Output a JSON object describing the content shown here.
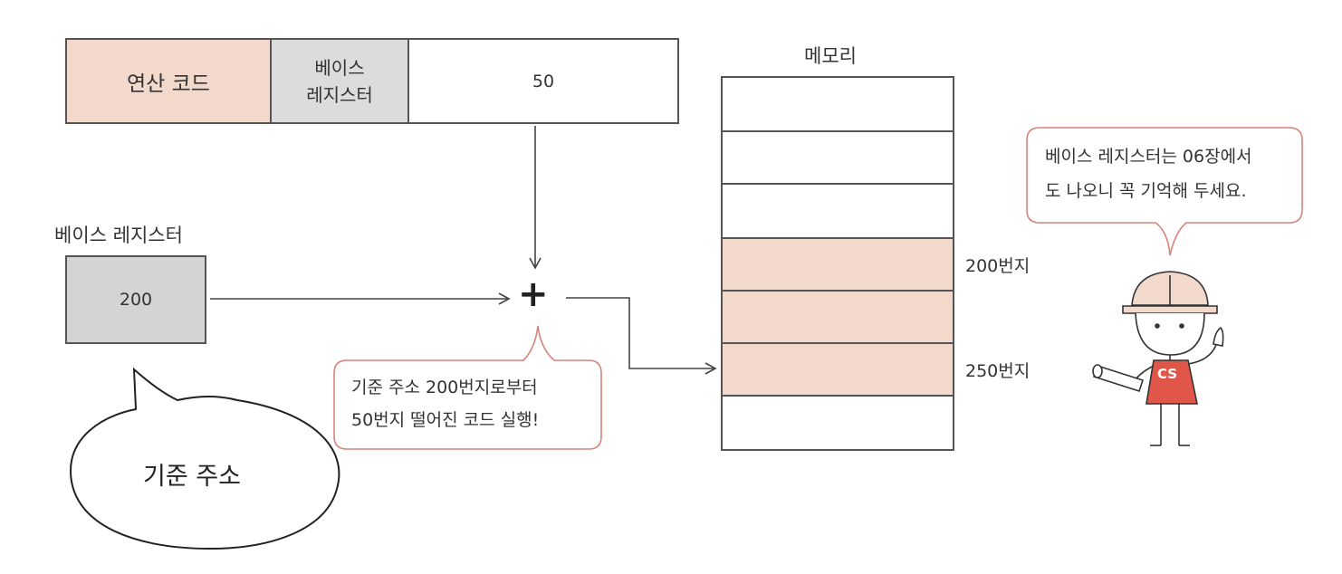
{
  "instruction": {
    "opcode_label": "연산 코드",
    "register_line1": "베이스",
    "register_line2": "레지스터",
    "operand_value": "50"
  },
  "base_register": {
    "label": "베이스 레지스터",
    "value": "200"
  },
  "operator": "+",
  "calc_callout": {
    "line1": "기준 주소 200번지로부터",
    "line2": "50번지 떨어진 코드 실행!"
  },
  "speech_bubble": "기준 주소",
  "memory": {
    "title": "메모리",
    "row_count": 7,
    "highlighted_rows": [
      3,
      4,
      5
    ],
    "addresses": [
      "200번지",
      "250번지"
    ]
  },
  "character": {
    "shirt_text": "CS",
    "tip_line1": "베이스 레지스터는 06장에서",
    "tip_line2": "도 나오니 꼭 기억해 두세요."
  },
  "colors": {
    "highlight": "#f3d9cb",
    "register_gray": "#d4d4d4",
    "callout_border": "#d9837a",
    "shirt_red": "#e0574a",
    "helmet": "#f3d9cb"
  }
}
